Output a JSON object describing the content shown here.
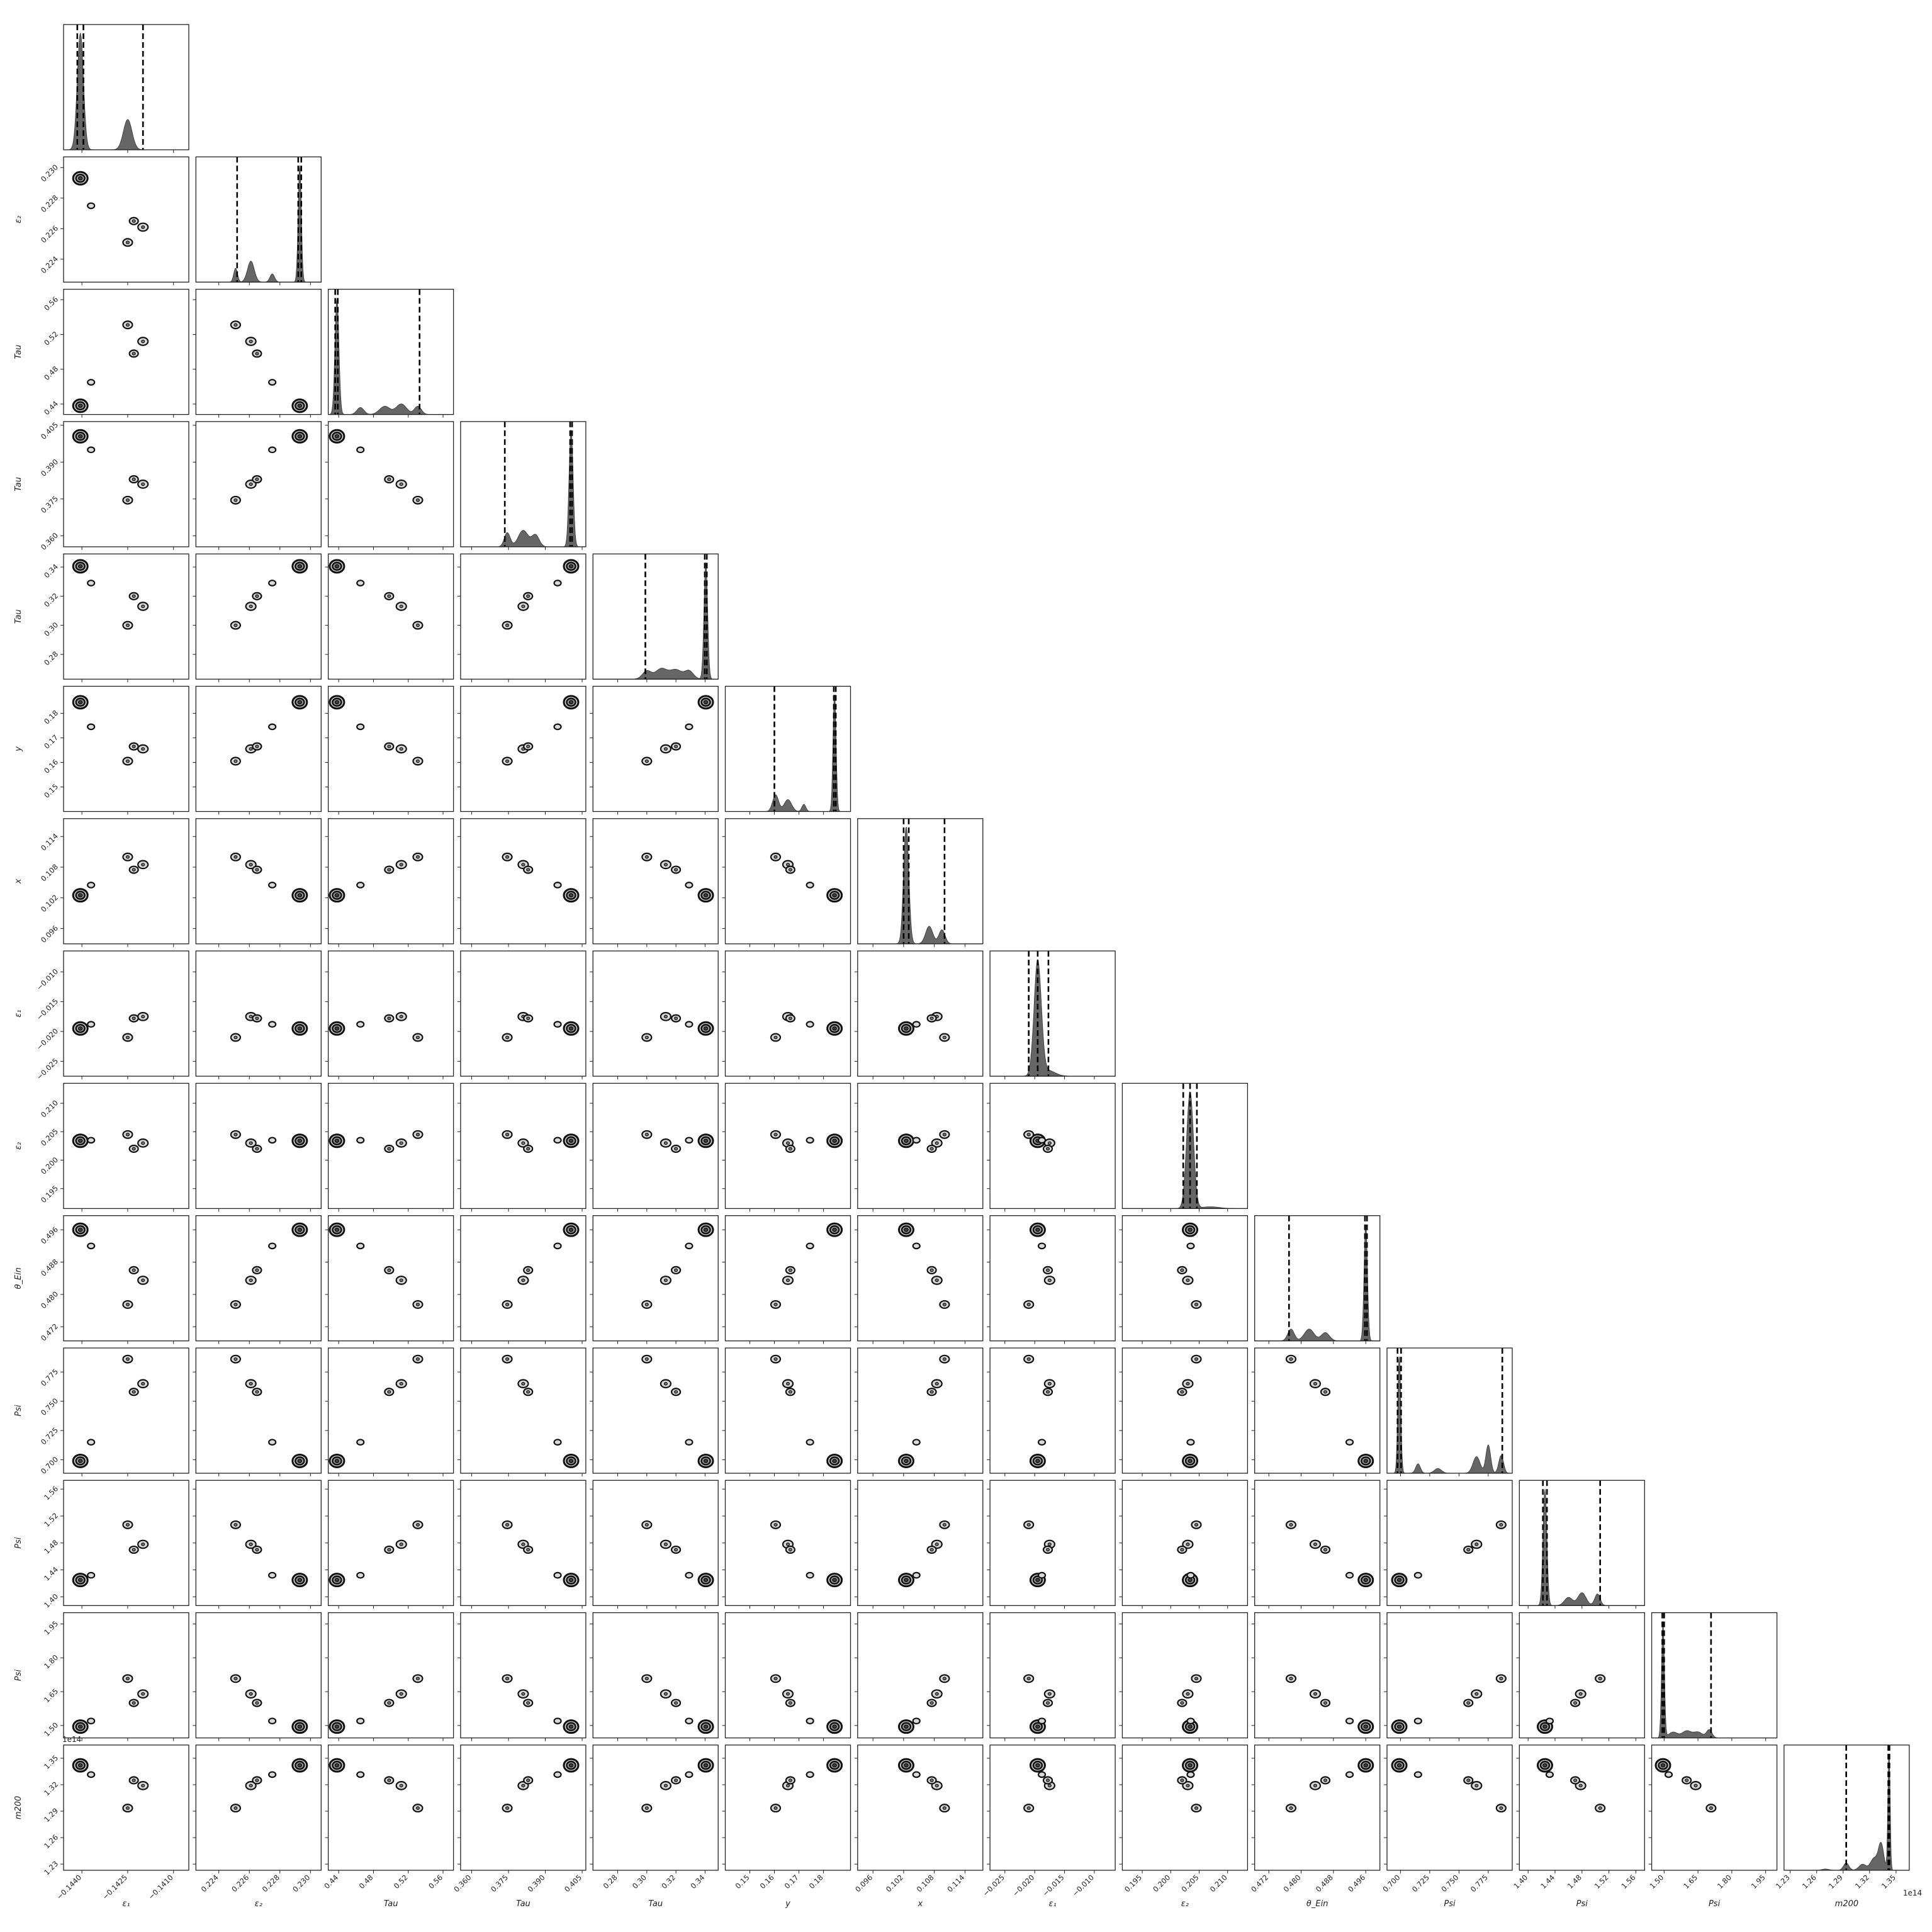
{
  "chart_data": {
    "type": "corner",
    "params": [
      {
        "label": "ε₁",
        "ticks": [
          "−0.1440",
          "−0.1425",
          "−0.1410"
        ],
        "range": [
          -0.1446,
          -0.1405
        ],
        "peaks": [
          [
            -0.14405,
            1.0,
            0.0001
          ],
          [
            -0.1425,
            0.26,
            0.00014
          ]
        ],
        "dashed": [
          -0.14415,
          -0.14395,
          -0.142
        ]
      },
      {
        "label": "ε₂",
        "ticks": [
          "0.224",
          "0.226",
          "0.228",
          "0.230"
        ],
        "range": [
          0.2225,
          0.2307
        ],
        "peaks": [
          [
            0.2251,
            0.12,
            0.00012
          ],
          [
            0.2261,
            0.18,
            0.00022
          ],
          [
            0.2275,
            0.07,
            0.00015
          ],
          [
            0.2293,
            1.0,
            0.0001
          ]
        ],
        "dashed": [
          0.2252,
          0.2292,
          0.2294
        ]
      },
      {
        "label": "Tau",
        "ticks": [
          "0.44",
          "0.48",
          "0.52",
          "0.56"
        ],
        "range": [
          0.428,
          0.572
        ],
        "peaks": [
          [
            0.438,
            1.0,
            0.0022
          ],
          [
            0.465,
            0.06,
            0.004
          ],
          [
            0.493,
            0.07,
            0.006
          ],
          [
            0.512,
            0.09,
            0.006
          ],
          [
            0.531,
            0.07,
            0.004
          ]
        ],
        "dashed": [
          0.436,
          0.439,
          0.533
        ]
      },
      {
        "label": "Tau",
        "ticks": [
          "0.360",
          "0.375",
          "0.390",
          "0.405"
        ],
        "range": [
          0.3555,
          0.4065
        ],
        "peaks": [
          [
            0.3745,
            0.12,
            0.0012
          ],
          [
            0.381,
            0.14,
            0.002
          ],
          [
            0.386,
            0.1,
            0.0015
          ],
          [
            0.4005,
            1.0,
            0.0008
          ]
        ],
        "dashed": [
          0.3735,
          0.4001,
          0.4009
        ]
      },
      {
        "label": "Tau",
        "ticks": [
          "0.28",
          "0.30",
          "0.32",
          "0.34"
        ],
        "range": [
          0.263,
          0.349
        ],
        "peaks": [
          [
            0.3,
            0.07,
            0.003
          ],
          [
            0.31,
            0.09,
            0.004
          ],
          [
            0.32,
            0.08,
            0.004
          ],
          [
            0.329,
            0.07,
            0.003
          ],
          [
            0.3405,
            1.0,
            0.0012
          ]
        ],
        "dashed": [
          0.299,
          0.3398,
          0.3412
        ]
      },
      {
        "label": "y",
        "ticks": [
          "0.15",
          "0.16",
          "0.17",
          "0.18"
        ],
        "range": [
          0.14,
          0.191
        ],
        "peaks": [
          [
            0.1605,
            0.14,
            0.0012
          ],
          [
            0.1655,
            0.1,
            0.0015
          ],
          [
            0.172,
            0.06,
            0.0008
          ],
          [
            0.1845,
            1.0,
            0.0006
          ]
        ],
        "dashed": [
          0.16,
          0.1842,
          0.185
        ]
      },
      {
        "label": "x",
        "ticks": [
          "0.096",
          "0.102",
          "0.108",
          "0.114"
        ],
        "range": [
          0.093,
          0.1175
        ],
        "peaks": [
          [
            0.1025,
            1.0,
            0.0005
          ],
          [
            0.107,
            0.15,
            0.0007
          ],
          [
            0.1095,
            0.12,
            0.0006
          ]
        ],
        "dashed": [
          0.102,
          0.103,
          0.11
        ]
      },
      {
        "label": "ε₁",
        "ticks": [
          "−0.025",
          "−0.020",
          "−0.015",
          "−0.010"
        ],
        "range": [
          -0.0275,
          -0.0065
        ],
        "peaks": [
          [
            -0.0195,
            1.0,
            0.0006
          ],
          [
            -0.0178,
            0.05,
            0.0012
          ]
        ],
        "dashed": [
          -0.021,
          -0.0195,
          -0.0177
        ]
      },
      {
        "label": "ε₂",
        "ticks": [
          "0.195",
          "0.200",
          "0.205",
          "0.210"
        ],
        "range": [
          0.1915,
          0.2135
        ],
        "peaks": [
          [
            0.2034,
            1.0,
            0.0006
          ],
          [
            0.207,
            0.015,
            0.0015
          ]
        ],
        "dashed": [
          0.2022,
          0.2034,
          0.2046
        ]
      },
      {
        "label": "θ_Ein",
        "ticks": [
          "0.472",
          "0.480",
          "0.488",
          "0.496"
        ],
        "range": [
          0.4685,
          0.4995
        ],
        "peaks": [
          [
            0.4775,
            0.1,
            0.0008
          ],
          [
            0.482,
            0.1,
            0.0012
          ],
          [
            0.486,
            0.07,
            0.001
          ],
          [
            0.496,
            1.0,
            0.0004
          ]
        ],
        "dashed": [
          0.477,
          0.4958,
          0.4963
        ]
      },
      {
        "label": "Psi",
        "ticks": [
          "0.700",
          "0.725",
          "0.750",
          "0.775"
        ],
        "range": [
          0.6885,
          0.7955
        ],
        "peaks": [
          [
            0.699,
            1.0,
            0.0012
          ],
          [
            0.715,
            0.08,
            0.002
          ],
          [
            0.732,
            0.04,
            0.003
          ],
          [
            0.765,
            0.14,
            0.003
          ],
          [
            0.775,
            0.24,
            0.002
          ],
          [
            0.786,
            0.15,
            0.002
          ]
        ],
        "dashed": [
          0.6975,
          0.7005,
          0.787
        ]
      },
      {
        "label": "Psi",
        "ticks": [
          "1.40",
          "1.44",
          "1.48",
          "1.52",
          "1.56"
        ],
        "range": [
          1.387,
          1.573
        ],
        "peaks": [
          [
            1.425,
            1.0,
            0.0028
          ],
          [
            1.46,
            0.07,
            0.006
          ],
          [
            1.48,
            0.11,
            0.006
          ],
          [
            1.503,
            0.1,
            0.004
          ]
        ],
        "dashed": [
          1.422,
          1.428,
          1.507
        ]
      },
      {
        "label": "Psi",
        "ticks": [
          "1.50",
          "1.65",
          "1.80",
          "1.95"
        ],
        "range": [
          1.445,
          2.0
        ],
        "peaks": [
          [
            1.495,
            1.0,
            0.006
          ],
          [
            1.54,
            0.05,
            0.02
          ],
          [
            1.6,
            0.06,
            0.02
          ],
          [
            1.65,
            0.05,
            0.02
          ],
          [
            1.7,
            0.07,
            0.012
          ]
        ],
        "dashed": [
          1.492,
          1.5,
          1.708
        ]
      },
      {
        "label": "m200",
        "ticks": [
          "1.23",
          "1.26",
          "1.29",
          "1.32",
          "1.35"
        ],
        "range": [
          1.223,
          1.365
        ],
        "peaks": [
          [
            1.2935,
            0.06,
            0.003
          ],
          [
            1.312,
            0.05,
            0.004
          ],
          [
            1.325,
            0.1,
            0.004
          ],
          [
            1.333,
            0.22,
            0.003
          ],
          [
            1.342,
            1.0,
            0.0012
          ],
          [
            1.27,
            0.01,
            0.004
          ]
        ],
        "dashed": [
          1.2935,
          1.3412,
          1.3425
        ],
        "scale": "1e14"
      }
    ],
    "modes": [
      {
        "w": 1.0,
        "big": true,
        "v": [
          -0.14405,
          0.2293,
          0.438,
          0.4005,
          0.3405,
          0.1845,
          0.1025,
          -0.0195,
          0.2034,
          0.496,
          0.699,
          1.425,
          1.495,
          1.342
        ]
      },
      {
        "w": 0.14,
        "v": [
          -0.1425,
          0.2251,
          0.531,
          0.3745,
          0.3,
          0.1605,
          0.11,
          -0.021,
          0.2045,
          0.4775,
          0.786,
          1.507,
          1.708,
          1.2935
        ]
      },
      {
        "w": 0.16,
        "v": [
          -0.142,
          0.2261,
          0.512,
          0.381,
          0.313,
          0.1655,
          0.1085,
          -0.0175,
          0.203,
          0.4835,
          0.765,
          1.478,
          1.64,
          1.319
        ]
      },
      {
        "w": 0.12,
        "v": [
          -0.1423,
          0.2265,
          0.498,
          0.383,
          0.32,
          0.1665,
          0.1075,
          -0.0178,
          0.202,
          0.486,
          0.758,
          1.47,
          1.6,
          1.325
        ]
      },
      {
        "w": 0.06,
        "v": [
          -0.1437,
          0.2275,
          0.465,
          0.395,
          0.329,
          0.1745,
          0.1045,
          -0.0188,
          0.2035,
          0.492,
          0.715,
          1.432,
          1.52,
          1.3315
        ]
      }
    ]
  }
}
